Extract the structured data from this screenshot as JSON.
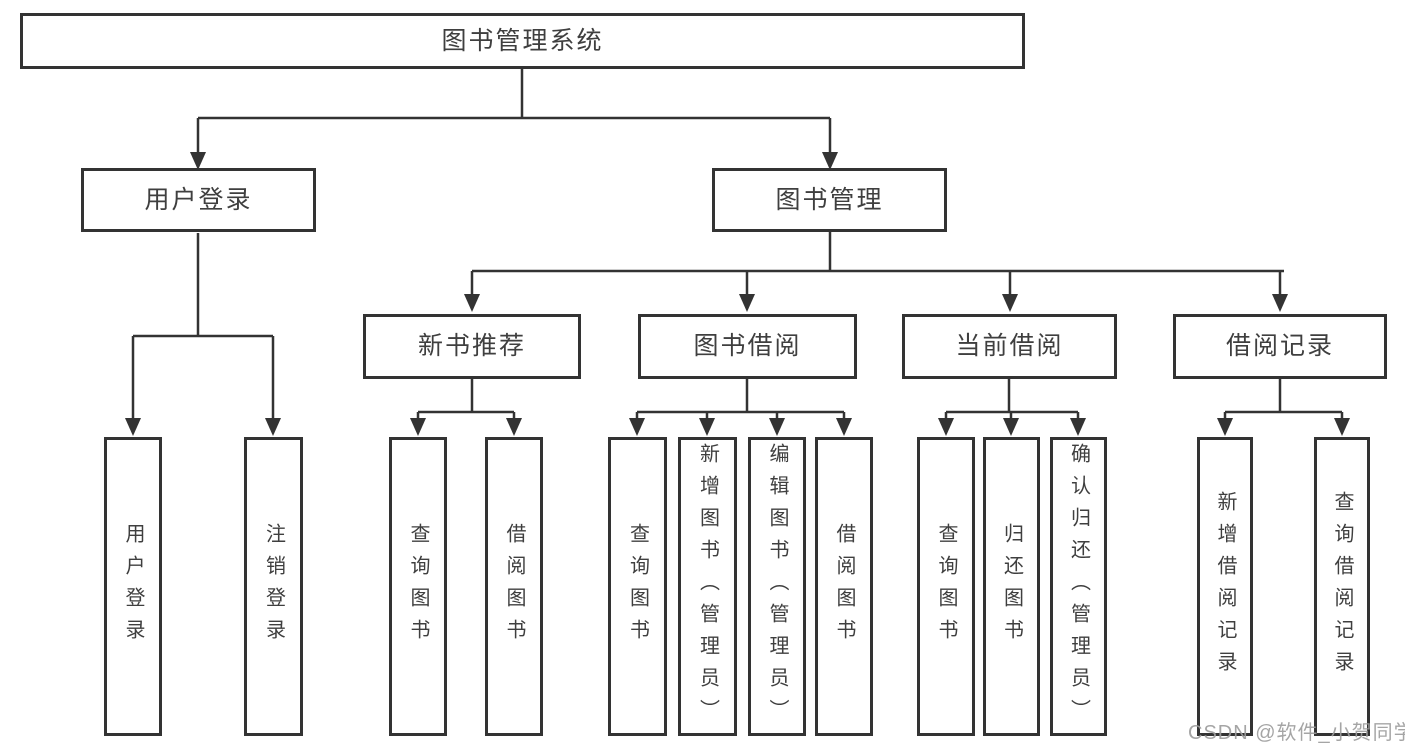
{
  "diagram_title": "图书管理系统",
  "colors": {
    "line": "#333333",
    "box_border": "#333333",
    "text": "#3f3f3f",
    "background": "#ffffff",
    "watermark": "#9e9e9e"
  },
  "nodes": {
    "root": {
      "label": "图书管理系统"
    },
    "level2": [
      {
        "label": "用户登录",
        "parent": "图书管理系统"
      },
      {
        "label": "图书管理",
        "parent": "图书管理系统"
      }
    ],
    "level3": [
      {
        "label": "新书推荐",
        "parent": "图书管理"
      },
      {
        "label": "图书借阅",
        "parent": "图书管理"
      },
      {
        "label": "当前借阅",
        "parent": "图书管理"
      },
      {
        "label": "借阅记录",
        "parent": "图书管理"
      }
    ],
    "leaves": [
      {
        "label": "用户登录",
        "parent": "用户登录"
      },
      {
        "label": "注销登录",
        "parent": "用户登录"
      },
      {
        "label": "查询图书",
        "parent": "新书推荐"
      },
      {
        "label": "借阅图书",
        "parent": "新书推荐"
      },
      {
        "label": "查询图书",
        "parent": "图书借阅"
      },
      {
        "label": "新增图书（管理员）",
        "parent": "图书借阅"
      },
      {
        "label": "编辑图书（管理员）",
        "parent": "图书借阅"
      },
      {
        "label": "借阅图书",
        "parent": "图书借阅"
      },
      {
        "label": "查询图书",
        "parent": "当前借阅"
      },
      {
        "label": "归还图书",
        "parent": "当前借阅"
      },
      {
        "label": "确认归还（管理员）",
        "parent": "当前借阅"
      },
      {
        "label": "新增借阅记录",
        "parent": "借阅记录"
      },
      {
        "label": "查询借阅记录",
        "parent": "借阅记录"
      }
    ]
  },
  "watermark": {
    "text": "CSDN @软件_小贺同学"
  }
}
